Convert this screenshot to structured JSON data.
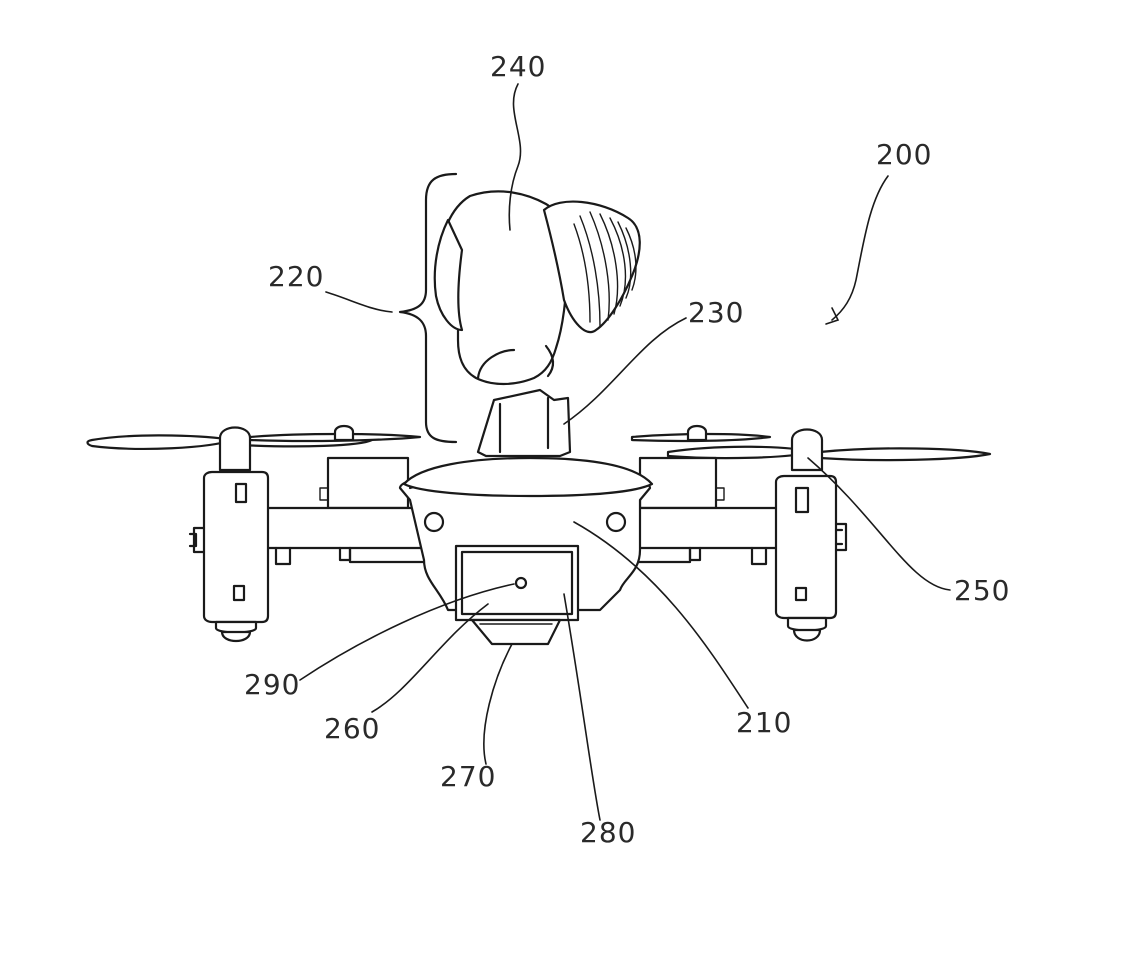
{
  "figure": {
    "reference_numerals": {
      "n200": "200",
      "n210": "210",
      "n220": "220",
      "n230": "230",
      "n240": "240",
      "n250": "250",
      "n260": "260",
      "n270": "270",
      "n280": "280",
      "n290": "290"
    }
  }
}
